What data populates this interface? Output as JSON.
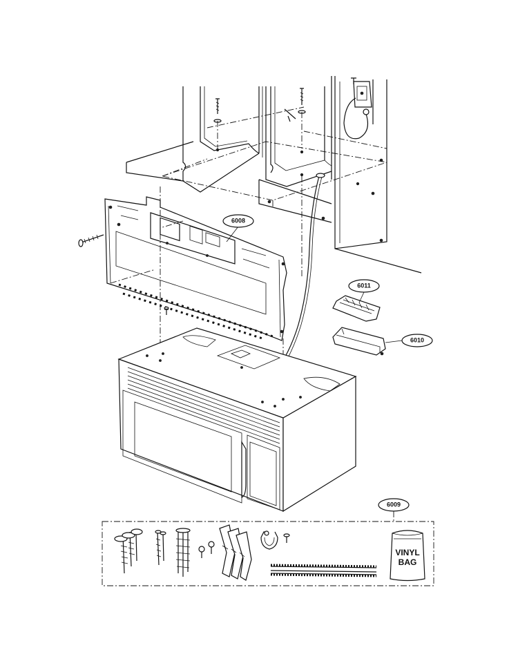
{
  "callouts": {
    "mounting_plate": "6008",
    "hardware_kit": "6009",
    "damper_housing": "6010",
    "damper_door": "6011"
  },
  "vinyl_bag": {
    "line1": "VINYL",
    "line2": "BAG"
  }
}
